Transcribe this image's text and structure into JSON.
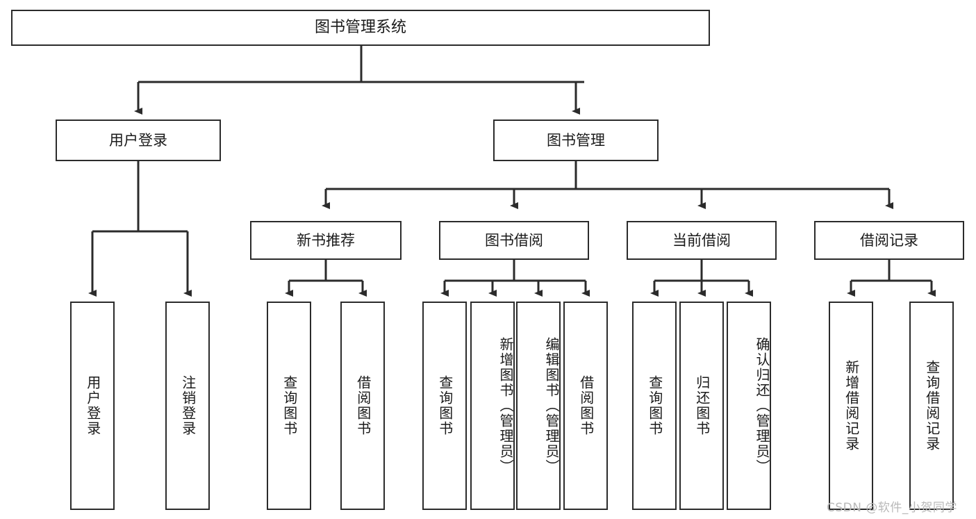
{
  "diagram": {
    "type": "tree",
    "title": "图书管理系统",
    "root": {
      "label": "图书管理系统"
    },
    "level2": [
      {
        "label": "用户登录"
      },
      {
        "label": "图书管理"
      }
    ],
    "level3": [
      {
        "label": "新书推荐"
      },
      {
        "label": "图书借阅"
      },
      {
        "label": "当前借阅"
      },
      {
        "label": "借阅记录"
      }
    ],
    "leaves": {
      "user_login": [
        {
          "label": "用户登录"
        },
        {
          "label": "注销登录"
        }
      ],
      "new_book_recommend": [
        {
          "label": "查询图书"
        },
        {
          "label": "借阅图书"
        }
      ],
      "book_borrow": [
        {
          "label": "查询图书"
        },
        {
          "label": "新增图书（管理员）"
        },
        {
          "label": "编辑图书（管理员）"
        },
        {
          "label": "借阅图书"
        }
      ],
      "current_borrow": [
        {
          "label": "查询图书"
        },
        {
          "label": "归还图书"
        },
        {
          "label": "确认归还（管理员）"
        }
      ],
      "borrow_record": [
        {
          "label": "新增借阅记录"
        },
        {
          "label": "查询借阅记录"
        }
      ]
    }
  },
  "watermark": {
    "text": "CSDN @软件_小贺同学"
  },
  "colors": {
    "stroke": "#2b2b2b",
    "fill": "#ffffff",
    "text": "#1a1a1a",
    "watermark": "#b9b9b9"
  }
}
